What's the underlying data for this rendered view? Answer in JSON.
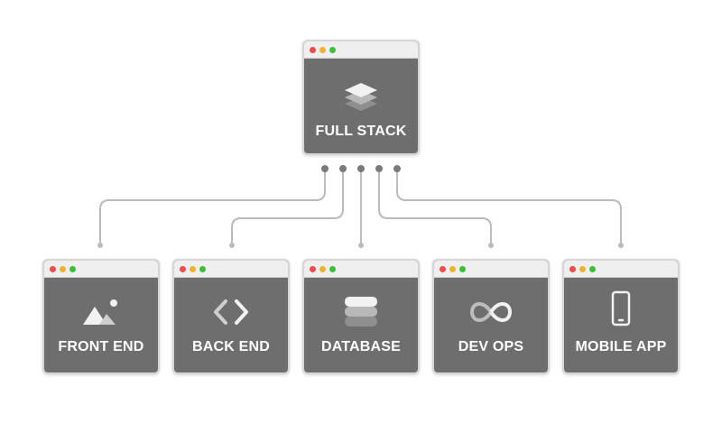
{
  "colors": {
    "window_fill": "#6e6e6e",
    "window_border": "#d6d6d6",
    "titlebar": "#efefef",
    "connector": "#bbbbbb",
    "connector_dot": "#7a7a7a",
    "dot_red": "#ef4b4b",
    "dot_yellow": "#f2b230",
    "dot_green": "#3cbf3c"
  },
  "root": {
    "label": "FULL STACK",
    "icon": "layers-icon"
  },
  "children": [
    {
      "label": "FRONT END",
      "icon": "image-icon"
    },
    {
      "label": "BACK END",
      "icon": "code-brackets-icon"
    },
    {
      "label": "DATABASE",
      "icon": "database-icon"
    },
    {
      "label": "DEV OPS",
      "icon": "infinity-icon"
    },
    {
      "label": "MOBILE APP",
      "icon": "smartphone-icon"
    }
  ]
}
